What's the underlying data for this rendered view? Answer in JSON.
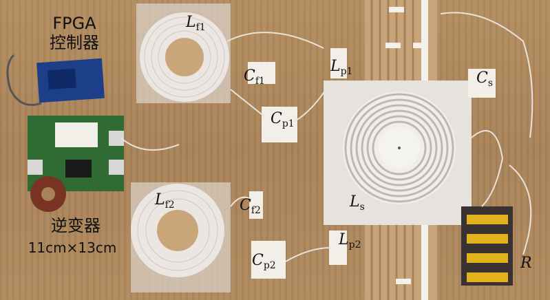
{
  "labels": {
    "fpga_line1": "FPGA",
    "fpga_line2": "控制器",
    "inverter": "逆变器",
    "inverter_size": "11cm×13cm",
    "Lf1": {
      "sym": "L",
      "sub": "f1"
    },
    "Cf1": {
      "sym": "C",
      "sub": "f1"
    },
    "Cp1": {
      "sym": "C",
      "sub": "p1"
    },
    "Lp1": {
      "sym": "L",
      "sub": "p1"
    },
    "Cs": {
      "sym": "C",
      "sub": "s"
    },
    "Ls": {
      "sym": "L",
      "sub": "s"
    },
    "Lf2": {
      "sym": "L",
      "sub": "f2"
    },
    "Cf2": {
      "sym": "C",
      "sub": "f2"
    },
    "Cp2": {
      "sym": "C",
      "sub": "p2"
    },
    "Lp2": {
      "sym": "L",
      "sub": "p2"
    },
    "R": {
      "sym": "R",
      "sub": ""
    }
  },
  "colors": {
    "wood": "#b48d60",
    "pcb_green": "#2f6b33",
    "fpga_blue": "#1d3f8a",
    "coil_white": "#ece8e3",
    "acrylic": "#d9d3cc",
    "resistor_yellow": "#e2b21c"
  }
}
